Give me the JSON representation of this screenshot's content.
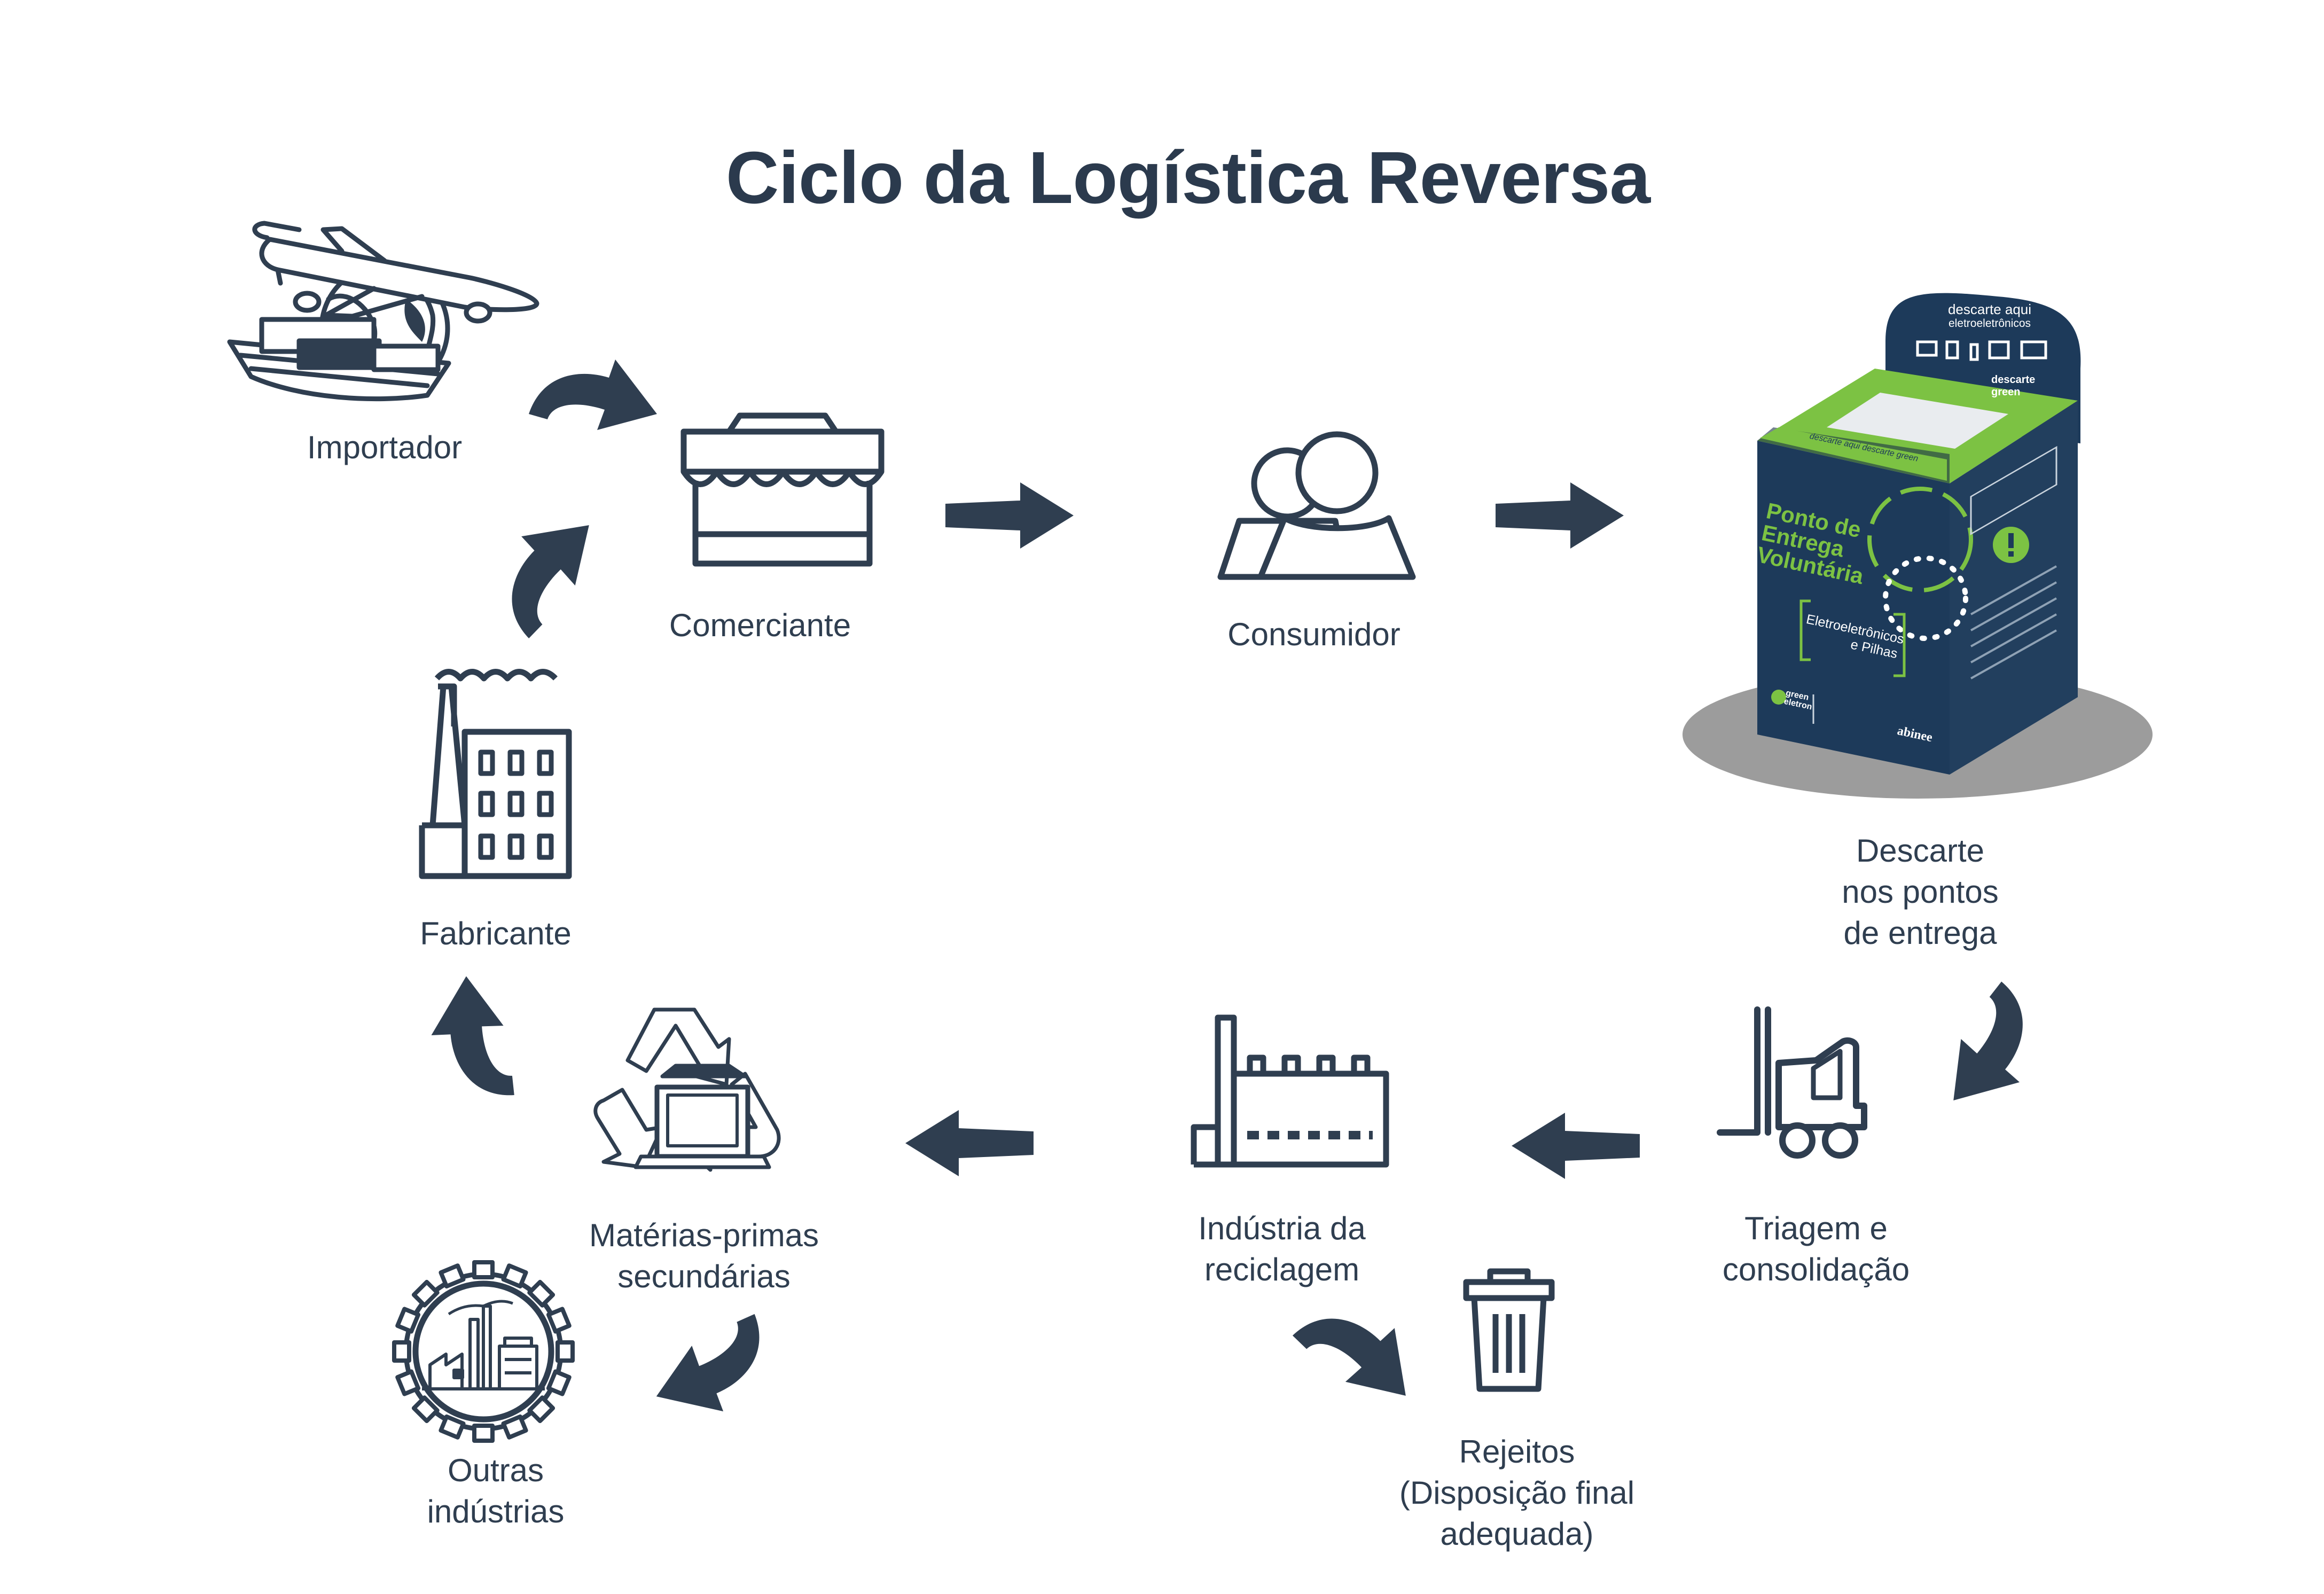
{
  "title": "Ciclo da Logística Reversa",
  "colors": {
    "primary": "#2f3e50",
    "box_navy": "#1d3a5a",
    "box_green": "#7cc243",
    "shadow": "#9c9c9c"
  },
  "nodes": {
    "importador": {
      "lines": [
        "Importador"
      ],
      "icon": "airplane-ship-globe-icon"
    },
    "comerciante": {
      "lines": [
        "Comerciante"
      ],
      "icon": "storefront-icon"
    },
    "consumidor": {
      "lines": [
        "Consumidor"
      ],
      "icon": "people-icon"
    },
    "descarte": {
      "lines": [
        "Descarte",
        "nos pontos",
        "de entrega"
      ],
      "icon": "collection-box"
    },
    "triagem": {
      "lines": [
        "Triagem e",
        "consolidação"
      ],
      "icon": "forklift-icon"
    },
    "industria": {
      "lines": [
        "Indústria da",
        "reciclagem"
      ],
      "icon": "recycling-factory-icon"
    },
    "materias": {
      "lines": [
        "Matérias-primas",
        "secundárias"
      ],
      "icon": "recycle-laptop-icon"
    },
    "fabricante": {
      "lines": [
        "Fabricante"
      ],
      "icon": "factory-building-icon"
    },
    "outras": {
      "lines": [
        "Outras",
        "indústrias"
      ],
      "icon": "gear-factory-icon"
    },
    "rejeitos": {
      "lines": [
        "Rejeitos",
        "(Disposição final",
        "adequada)"
      ],
      "icon": "trash-can-icon"
    }
  },
  "box": {
    "top_text": "descarte aqui",
    "top_sub": "eletroeletrônicos",
    "brand": "descarte green",
    "band_text": "descarte aqui descarte green",
    "title_lines": [
      "Ponto de",
      "Entrega",
      "Voluntária"
    ],
    "category_lines": [
      "Eletroeletrônicos",
      "e Pilhas"
    ],
    "logo_green": "green eletron",
    "logo_abinee": "abinee"
  }
}
